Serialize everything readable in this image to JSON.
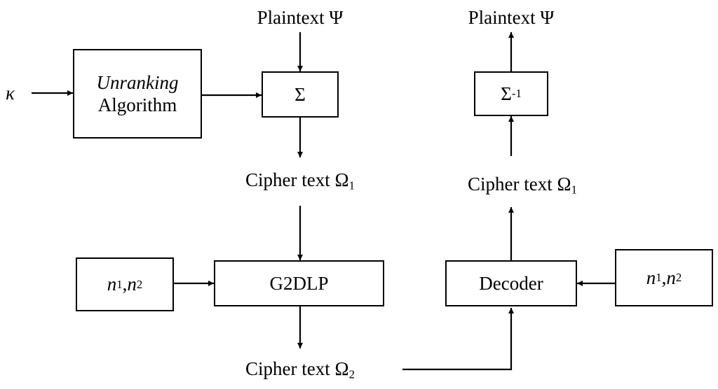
{
  "input": {
    "kappa": "κ"
  },
  "unranking": {
    "line1": "Unranking",
    "line2": "Algorithm"
  },
  "encrypt": {
    "plaintext_in": "Plaintext Ψ",
    "sigma": "Σ",
    "cipher1": {
      "base": "Cipher text Ω",
      "sub": "1"
    },
    "params": {
      "n": "n",
      "sub1": "1",
      "sep": ", ",
      "sub2": "2"
    },
    "g2dlp": "G2DLP",
    "cipher2": {
      "base": "Cipher text Ω",
      "sub": "2"
    }
  },
  "decrypt": {
    "plaintext_out": "Plaintext Ψ",
    "sigma_inv": {
      "base": "Σ",
      "sup": "-1"
    },
    "cipher1": {
      "base": "Cipher text Ω",
      "sub": "1"
    },
    "decoder": "Decoder",
    "params": {
      "n": "n",
      "sub1": "1",
      "sep": ", ",
      "sub2": "2"
    }
  }
}
